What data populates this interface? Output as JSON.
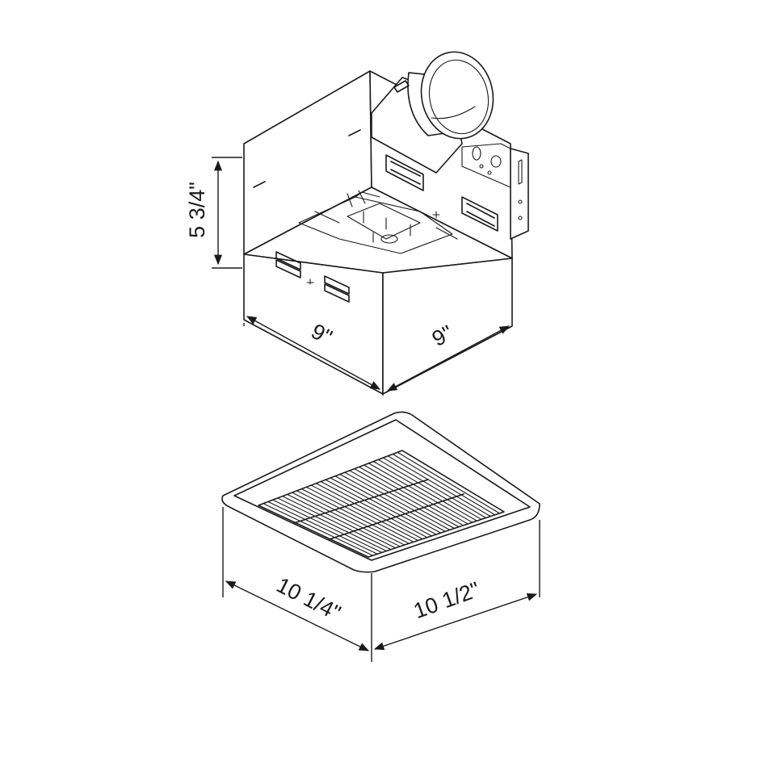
{
  "dimensions": {
    "housing_height": "5 3/4\"",
    "housing_width_left": "9\"",
    "housing_width_right": "9\"",
    "grille_width_left": "10 1/4\"",
    "grille_width_right": "10 1/2\""
  }
}
